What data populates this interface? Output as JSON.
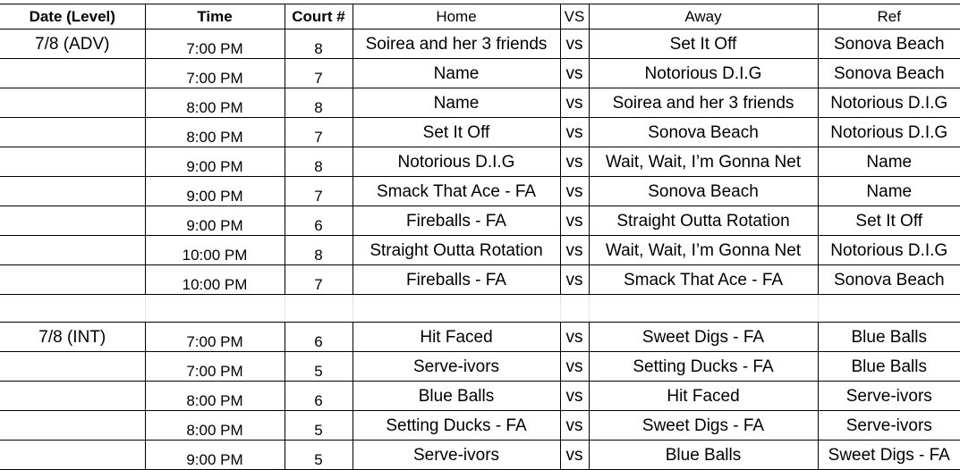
{
  "headers": {
    "date": "Date (Level)",
    "time": "Time",
    "court": "Court #",
    "home": "Home",
    "vs": "VS",
    "away": "Away",
    "ref": "Ref"
  },
  "sections": [
    {
      "label": "7/8 (ADV)",
      "rows": [
        {
          "time": "7:00 PM",
          "court": "8",
          "home": "Soirea and her 3 friends",
          "vs": "vs",
          "away": "Set It Off",
          "ref": "Sonova Beach"
        },
        {
          "time": "7:00 PM",
          "court": "7",
          "home": "Name",
          "vs": "vs",
          "away": "Notorious D.I.G",
          "ref": "Sonova Beach"
        },
        {
          "time": "8:00 PM",
          "court": "8",
          "home": "Name",
          "vs": "vs",
          "away": "Soirea and her 3 friends",
          "ref": "Notorious D.I.G"
        },
        {
          "time": "8:00 PM",
          "court": "7",
          "home": "Set It Off",
          "vs": "vs",
          "away": "Sonova Beach",
          "ref": "Notorious D.I.G"
        },
        {
          "time": "9:00 PM",
          "court": "8",
          "home": "Notorious D.I.G",
          "vs": "vs",
          "away": "Wait, Wait, I’m Gonna Net",
          "ref": "Name"
        },
        {
          "time": "9:00 PM",
          "court": "7",
          "home": "Smack That Ace - FA",
          "vs": "vs",
          "away": "Sonova Beach",
          "ref": "Name"
        },
        {
          "time": "9:00 PM",
          "court": "6",
          "home": "Fireballs - FA",
          "vs": "vs",
          "away": "Straight Outta Rotation",
          "ref": "Set It Off"
        },
        {
          "time": "10:00 PM",
          "court": "8",
          "home": "Straight Outta Rotation",
          "vs": "vs",
          "away": "Wait, Wait, I’m Gonna Net",
          "ref": "Notorious D.I.G"
        },
        {
          "time": "10:00 PM",
          "court": "7",
          "home": "Fireballs - FA",
          "vs": "vs",
          "away": "Smack That Ace - FA",
          "ref": "Sonova Beach"
        }
      ]
    },
    {
      "label": "7/8 (INT)",
      "rows": [
        {
          "time": "7:00 PM",
          "court": "6",
          "home": "Hit Faced",
          "vs": "vs",
          "away": "Sweet Digs - FA",
          "ref": "Blue Balls"
        },
        {
          "time": "7:00 PM",
          "court": "5",
          "home": "Serve-ivors",
          "vs": "vs",
          "away": "Setting Ducks - FA",
          "ref": "Blue Balls"
        },
        {
          "time": "8:00 PM",
          "court": "6",
          "home": "Blue Balls",
          "vs": "vs",
          "away": "Hit Faced",
          "ref": "Serve-ivors"
        },
        {
          "time": "8:00 PM",
          "court": "5",
          "home": "Setting Ducks - FA",
          "vs": "vs",
          "away": "Sweet Digs - FA",
          "ref": "Serve-ivors"
        },
        {
          "time": "9:00 PM",
          "court": "5",
          "home": "Serve-ivors",
          "vs": "vs",
          "away": "Blue Balls",
          "ref": "Sweet Digs - FA"
        }
      ]
    }
  ]
}
